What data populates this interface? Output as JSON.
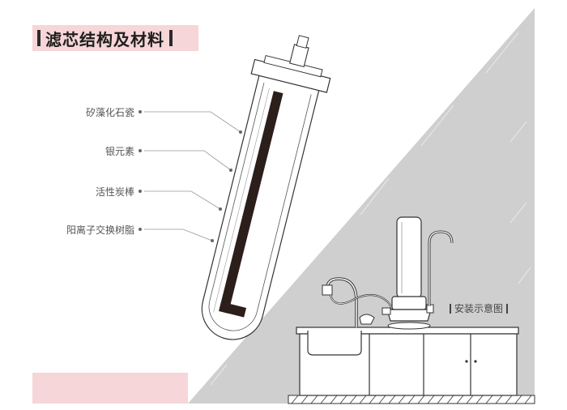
{
  "title": "滤芯结构及材料",
  "labels": [
    "矽藻化石瓷",
    "银元素",
    "活性炭棒",
    "阳离子交换树脂"
  ],
  "install_label": "安装示意图",
  "colors": {
    "accent_pink": "#f6d6d8",
    "gray_panel": "#cfcfcf",
    "line": "#333333",
    "carbon_core": "#2b1e1b"
  }
}
